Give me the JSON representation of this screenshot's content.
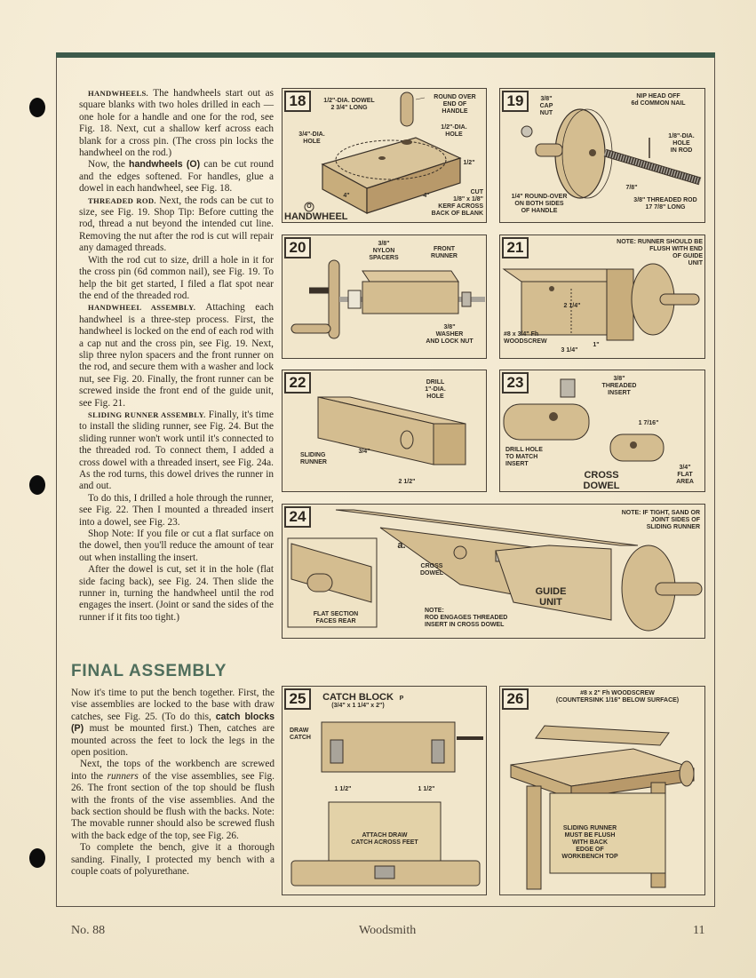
{
  "text": {
    "p1_head": "HANDWHEELS.",
    "p1": "The handwheels start out as square blanks with two holes drilled in each — one hole for a handle and one for the rod, see Fig. 18. Next, cut a shallow kerf across each blank for a cross pin. (The cross pin locks the handwheel on the rod.)",
    "p2_a": "Now, the",
    "p2_b": "handwheels (O)",
    "p2_c": "can be cut round and the edges softened. For handles, glue a dowel in each handwheel, see Fig. 18.",
    "p3_head": "THREADED ROD.",
    "p3": "Next, the rods can be cut to size, see Fig. 19. Shop Tip: Before cutting the rod, thread a nut beyond the intended cut line. Removing the nut after the rod is cut will repair any damaged threads.",
    "p4": "With the rod cut to size, drill a hole in it for the cross pin (6d common nail), see Fig. 19. To help the bit get started, I filed a flat spot near the end of the threaded rod.",
    "p5_head": "HANDWHEEL ASSEMBLY.",
    "p5": "Attaching each handwheel is a three-step process. First, the handwheel is locked on the end of each rod with a cap nut and the cross pin, see Fig. 19. Next, slip three nylon spacers and the front runner on the rod, and secure them with a washer and lock nut, see Fig. 20. Finally, the front runner can be screwed inside the front end of the guide unit, see Fig. 21.",
    "p6_head": "SLIDING RUNNER ASSEMBLY.",
    "p6": "Finally, it's time to install the sliding runner, see Fig. 24. But the sliding runner won't work until it's connected to the threaded rod. To connect them, I added a cross dowel with a threaded insert, see Fig. 24a. As the rod turns, this dowel drives the runner in and out.",
    "p7": "To do this, I drilled a hole through the runner, see Fig. 22. Then I mounted a threaded insert into a dowel, see Fig. 23.",
    "p8": "Shop Note: If you file or cut a flat surface on the dowel, then you'll reduce the amount of tear out when installing the insert.",
    "p9": "After the dowel is cut, set it in the hole (flat side facing back), see Fig. 24. Then slide the runner in, turning the handwheel until the rod engages the insert. (Joint or sand the sides of the runner if it fits too tight.)",
    "section": "FINAL ASSEMBLY",
    "q1_a": "Now it's time to put the bench together. First, the vise assemblies are locked to the base with draw catches, see Fig. 25. (To do this,",
    "q1_b": "catch blocks (P)",
    "q1_c": "must be mounted first.) Then, catches are mounted across the feet to lock the legs in the open position.",
    "q2_a": "Next, the tops of the workbench are screwed into the",
    "q2_b": "runners",
    "q2_c": "of the vise assemblies, see Fig. 26. The front section of the top should be flush with the fronts of the vise assemblies. And the back section should be flush with the backs. Note: The movable runner should also be screwed flush with the back edge of the top, see Fig. 26.",
    "q3": "To complete the bench, give it a thorough sanding. Finally, I protected my bench with a couple coats of polyurethane."
  },
  "figures": {
    "f18": {
      "num": "18",
      "labels": [
        "1/2\"-DIA. DOWEL\n2 3/4\" LONG",
        "ROUND OVER\nEND OF\nHANDLE",
        "1/2\"-DIA.\nHOLE",
        "3/4\"-DIA.\nHOLE",
        "1/2\"",
        "4\"",
        "4\"",
        "CUT\n1/8\" x 1/8\"\nKERF ACROSS\nBACK OF BLANK",
        "O",
        "HANDWHEEL"
      ]
    },
    "f19": {
      "num": "19",
      "labels": [
        "3/8\"\nCAP\nNUT",
        "NIP HEAD OFF\n6d COMMON NAIL",
        "1/8\"-DIA.\nHOLE\nIN ROD",
        "7/8\"",
        "1/4\" ROUND-OVER\nON BOTH SIDES\nOF HANDLE",
        "3/8\" THREADED ROD\n17 7/8\" LONG"
      ]
    },
    "f20": {
      "num": "20",
      "labels": [
        "3/8\"\nNYLON\nSPACERS",
        "FRONT\nRUNNER",
        "3/8\"\nWASHER\nAND LOCK NUT"
      ]
    },
    "f21": {
      "num": "21",
      "labels": [
        "NOTE: RUNNER SHOULD BE\nFLUSH WITH END\nOF GUIDE\nUNIT",
        "2 1/4\"",
        "#8 x 3/4\" Fh\nWOODSCREW",
        "1\"",
        "3 1/4\""
      ]
    },
    "f22": {
      "num": "22",
      "labels": [
        "DRILL\n1\"-DIA.\nHOLE",
        "SLIDING\nRUNNER",
        "3/4\"",
        "2 1/2\""
      ]
    },
    "f23": {
      "num": "23",
      "labels": [
        "3/8\"\nTHREADED\nINSERT",
        "1 7/16\"",
        "DRILL HOLE\nTO MATCH\nINSERT",
        "CROSS\nDOWEL",
        "3/4\"\nFLAT\nAREA"
      ]
    },
    "f24": {
      "num": "24",
      "labels": [
        "NOTE: IF TIGHT, SAND OR\nJOINT SIDES OF\nSLIDING RUNNER",
        "a.",
        "CROSS\nDOWEL",
        "GUIDE\nUNIT",
        "FLAT SECTION\nFACES REAR",
        "NOTE:\nROD ENGAGES THREADED\nINSERT IN CROSS DOWEL"
      ]
    },
    "f25": {
      "num": "25",
      "labels": [
        "CATCH BLOCK",
        "(3/4\" x 1 1/4\" x 2\")",
        "P",
        "DRAW\nCATCH",
        "1 1/2\"",
        "1 1/2\"",
        "ATTACH DRAW\nCATCH ACROSS FEET"
      ]
    },
    "f26": {
      "num": "26",
      "labels": [
        "#8 x 2\" Fh WOODSCREW\n(COUNTERSINK 1/16\" BELOW SURFACE)",
        "SLIDING RUNNER\nMUST BE FLUSH\nWITH BACK\nEDGE OF\nWORKBENCH TOP"
      ]
    }
  },
  "footer": {
    "issue": "No. 88",
    "magazine": "Woodsmith",
    "page": "11"
  }
}
